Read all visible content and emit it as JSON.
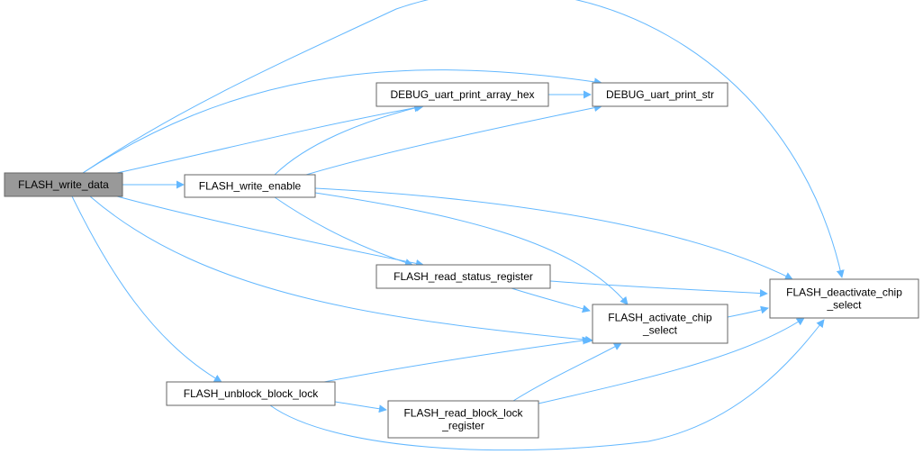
{
  "colors": {
    "edge": "#63b8ff",
    "node_fill": "#ffffff",
    "node_border": "#666666",
    "root_fill": "#999999",
    "text": "#000000"
  },
  "nodes": {
    "write_data": {
      "lines": [
        "FLASH_write_data"
      ],
      "root": true
    },
    "write_enable": {
      "lines": [
        "FLASH_write_enable"
      ]
    },
    "unblock": {
      "lines": [
        "FLASH_unblock_block_lock"
      ]
    },
    "print_hex": {
      "lines": [
        "DEBUG_uart_print_array_hex"
      ]
    },
    "print_str": {
      "lines": [
        "DEBUG_uart_print_str"
      ]
    },
    "read_status": {
      "lines": [
        "FLASH_read_status_register"
      ]
    },
    "read_block": {
      "lines": [
        "FLASH_read_block_lock",
        "_register"
      ]
    },
    "activate": {
      "lines": [
        "FLASH_activate_chip",
        "_select"
      ]
    },
    "deactivate": {
      "lines": [
        "FLASH_deactivate_chip",
        "_select"
      ]
    }
  },
  "edges": [
    [
      "write_data",
      "write_enable"
    ],
    [
      "write_data",
      "print_hex"
    ],
    [
      "write_data",
      "print_str"
    ],
    [
      "write_data",
      "deactivate"
    ],
    [
      "write_data",
      "read_status"
    ],
    [
      "write_data",
      "activate"
    ],
    [
      "write_data",
      "unblock"
    ],
    [
      "write_enable",
      "print_hex"
    ],
    [
      "write_enable",
      "print_str"
    ],
    [
      "write_enable",
      "read_status"
    ],
    [
      "write_enable",
      "activate"
    ],
    [
      "write_enable",
      "deactivate"
    ],
    [
      "print_hex",
      "print_str"
    ],
    [
      "read_status",
      "activate"
    ],
    [
      "read_status",
      "deactivate"
    ],
    [
      "activate",
      "deactivate"
    ],
    [
      "unblock",
      "activate"
    ],
    [
      "unblock",
      "read_block"
    ],
    [
      "unblock",
      "deactivate"
    ],
    [
      "read_block",
      "activate"
    ],
    [
      "read_block",
      "deactivate"
    ]
  ]
}
